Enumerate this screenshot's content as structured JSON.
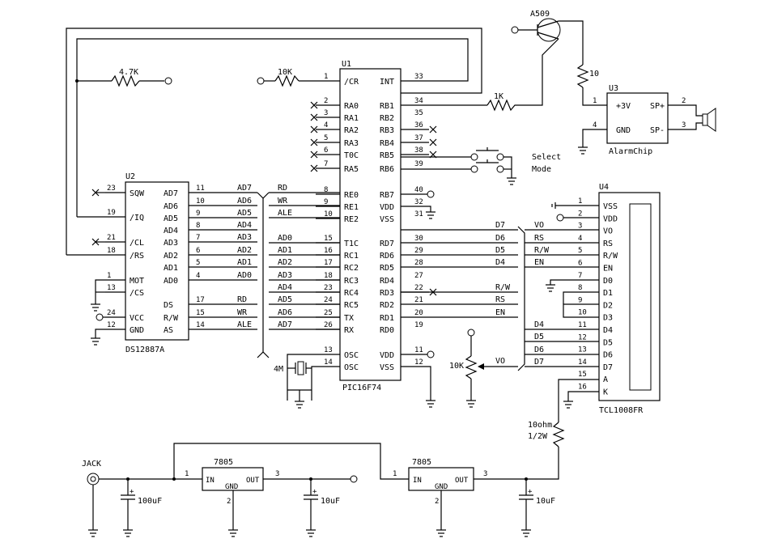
{
  "labels": {
    "r47k": "4.7K",
    "r10k": "10K",
    "r1k": "1K",
    "r10": "10",
    "transistor": "A509",
    "select": "Select",
    "mode": "Mode",
    "crystal": "4M",
    "pot": "10K",
    "vo": "VO",
    "r10ohm": "10ohm",
    "rwatt": "1/2W"
  },
  "u1": {
    "ref": "U1",
    "part": "PIC16F74",
    "left": [
      {
        "num": "1",
        "name": "/CR",
        "nc": false
      },
      {
        "num": "2",
        "name": "RA0",
        "nc": true
      },
      {
        "num": "3",
        "name": "RA1",
        "nc": true
      },
      {
        "num": "4",
        "name": "RA2",
        "nc": true
      },
      {
        "num": "5",
        "name": "RA3",
        "nc": true
      },
      {
        "num": "6",
        "name": "T0C",
        "nc": true
      },
      {
        "num": "7",
        "name": "RA5",
        "nc": true
      },
      {
        "num": "8",
        "name": "RE0",
        "nc": false
      },
      {
        "num": "9",
        "name": "RE1",
        "nc": false
      },
      {
        "num": "10",
        "name": "RE2",
        "nc": false
      },
      {
        "num": "15",
        "name": "T1C",
        "nc": false
      },
      {
        "num": "16",
        "name": "RC1",
        "nc": false
      },
      {
        "num": "17",
        "name": "RC2",
        "nc": false
      },
      {
        "num": "18",
        "name": "RC3",
        "nc": false
      },
      {
        "num": "23",
        "name": "RC4",
        "nc": false
      },
      {
        "num": "24",
        "name": "RC5",
        "nc": false
      },
      {
        "num": "25",
        "name": "TX",
        "nc": false
      },
      {
        "num": "26",
        "name": "RX",
        "nc": false
      },
      {
        "num": "13",
        "name": "OSC",
        "nc": false
      },
      {
        "num": "14",
        "name": "OSC",
        "nc": false
      }
    ],
    "right": [
      {
        "num": "33",
        "name": "INT",
        "nc": false
      },
      {
        "num": "34",
        "name": "RB1",
        "nc": false
      },
      {
        "num": "35",
        "name": "RB2",
        "nc": false
      },
      {
        "num": "36",
        "name": "RB3",
        "nc": true
      },
      {
        "num": "37",
        "name": "RB4",
        "nc": true
      },
      {
        "num": "38",
        "name": "RB5",
        "nc": true
      },
      {
        "num": "39",
        "name": "RB6",
        "nc": false
      },
      {
        "num": "40",
        "name": "RB7",
        "nc": false
      },
      {
        "num": "32",
        "name": "VDD",
        "nc": false
      },
      {
        "num": "31",
        "name": "VSS",
        "nc": false
      },
      {
        "num": "30",
        "name": "RD7",
        "nc": false
      },
      {
        "num": "29",
        "name": "RD6",
        "nc": false
      },
      {
        "num": "28",
        "name": "RD5",
        "nc": false
      },
      {
        "num": "27",
        "name": "RD4",
        "nc": false
      },
      {
        "num": "22",
        "name": "RD3",
        "nc": true
      },
      {
        "num": "21",
        "name": "RD2",
        "nc": false
      },
      {
        "num": "20",
        "name": "RD1",
        "nc": false
      },
      {
        "num": "19",
        "name": "RD0",
        "nc": false
      },
      {
        "num": "11",
        "name": "VDD",
        "nc": false
      },
      {
        "num": "12",
        "name": "VSS",
        "nc": false
      }
    ]
  },
  "u2": {
    "ref": "U2",
    "part": "DS12887A",
    "left": [
      {
        "num": "23",
        "name": "SQW",
        "nc": true
      },
      {
        "num": "19",
        "name": "/IQ",
        "nc": false
      },
      {
        "num": "21",
        "name": "/CL",
        "nc": true
      },
      {
        "num": "18",
        "name": "/RS",
        "nc": false
      },
      {
        "num": "1",
        "name": "MOT",
        "nc": false
      },
      {
        "num": "13",
        "name": "/CS",
        "nc": false
      },
      {
        "num": "24",
        "name": "VCC",
        "nc": false
      },
      {
        "num": "12",
        "name": "GND",
        "nc": false
      }
    ],
    "right": [
      {
        "num": "11",
        "name": "AD7"
      },
      {
        "num": "10",
        "name": "AD6"
      },
      {
        "num": "9",
        "name": "AD5"
      },
      {
        "num": "8",
        "name": "AD4"
      },
      {
        "num": "7",
        "name": "AD3"
      },
      {
        "num": "6",
        "name": "AD2"
      },
      {
        "num": "5",
        "name": "AD1"
      },
      {
        "num": "4",
        "name": "AD0"
      },
      {
        "num": "17",
        "name": "DS"
      },
      {
        "num": "15",
        "name": "R/W"
      },
      {
        "num": "14",
        "name": "AS"
      }
    ]
  },
  "bus": {
    "left": [
      "AD7",
      "AD6",
      "AD5",
      "AD4",
      "AD3",
      "AD2",
      "AD1",
      "AD0",
      "RD",
      "WR",
      "ALE"
    ],
    "right": [
      "RD",
      "WR",
      "ALE",
      "AD0",
      "AD1",
      "AD2",
      "AD3",
      "AD4",
      "AD5",
      "AD6",
      "AD7"
    ]
  },
  "lcd": {
    "d_labels": [
      "D7",
      "D6",
      "D5",
      "D4",
      "",
      "R/W",
      "RS",
      "EN"
    ],
    "ctrl_labels": [
      "VO",
      "RS",
      "R/W",
      "EN"
    ],
    "bot_labels": [
      "D4",
      "D5",
      "D6",
      "D7"
    ]
  },
  "u3": {
    "ref": "U3",
    "part": "AlarmChip",
    "p1": "1",
    "p1name": "+3V",
    "p4": "4",
    "p4name": "GND",
    "p2": "2",
    "p2name": "SP+",
    "p3": "3",
    "p3name": "SP-"
  },
  "u4": {
    "ref": "U4",
    "part": "TCL1008FR",
    "pins": [
      {
        "num": "1",
        "name": "VSS"
      },
      {
        "num": "2",
        "name": "VDD"
      },
      {
        "num": "3",
        "name": "VO"
      },
      {
        "num": "4",
        "name": "RS"
      },
      {
        "num": "5",
        "name": "R/W"
      },
      {
        "num": "6",
        "name": "EN"
      },
      {
        "num": "7",
        "name": "D0"
      },
      {
        "num": "8",
        "name": "D1"
      },
      {
        "num": "9",
        "name": "D2"
      },
      {
        "num": "10",
        "name": "D3"
      },
      {
        "num": "11",
        "name": "D4"
      },
      {
        "num": "12",
        "name": "D5"
      },
      {
        "num": "13",
        "name": "D6"
      },
      {
        "num": "14",
        "name": "D7"
      },
      {
        "num": "15",
        "name": "A"
      },
      {
        "num": "16",
        "name": "K"
      }
    ]
  },
  "power": {
    "jack": "JACK",
    "plus": "+",
    "c1": "100uF",
    "c2": "10uF",
    "c3": "10uF",
    "reg1": "7805",
    "reg2": "7805",
    "p1": "1",
    "p2": "2",
    "p3": "3",
    "in": "IN",
    "out": "OUT",
    "gnd": "GND"
  }
}
